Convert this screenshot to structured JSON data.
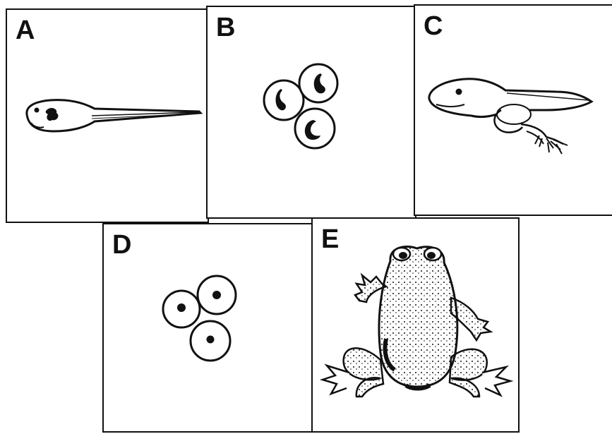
{
  "panels": [
    {
      "id": "a",
      "label": "A",
      "stage": "tadpole"
    },
    {
      "id": "b",
      "label": "B",
      "stage": "developing-eggs"
    },
    {
      "id": "c",
      "label": "C",
      "stage": "tadpole-with-legs"
    },
    {
      "id": "d",
      "label": "D",
      "stage": "eggs"
    },
    {
      "id": "e",
      "label": "E",
      "stage": "adult-frog"
    }
  ],
  "colors": {
    "ink": "#111111",
    "background": "#ffffff"
  }
}
